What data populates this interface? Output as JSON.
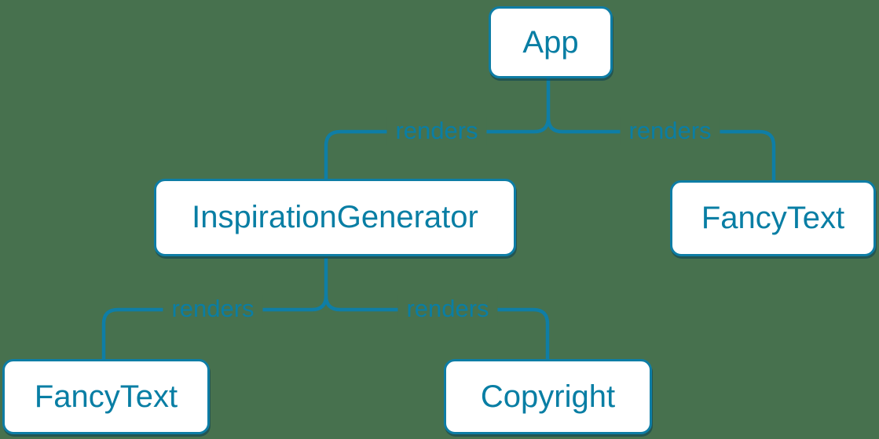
{
  "canvas": {
    "background_color": "#47714e"
  },
  "theme": {
    "accent_color": "#0a7ea4",
    "node_background_color": "#ffffff",
    "node_border_color": "#0e7da5",
    "edge_color": "#0f7ea6",
    "shadow_color": "#083e54"
  },
  "diagram": {
    "type": "component-render-tree",
    "nodes": [
      {
        "id": "app",
        "label": "App"
      },
      {
        "id": "inspiration-generator",
        "label": "InspirationGenerator"
      },
      {
        "id": "fancy-text-right",
        "label": "FancyText"
      },
      {
        "id": "fancy-text-left",
        "label": "FancyText"
      },
      {
        "id": "copyright",
        "label": "Copyright"
      }
    ],
    "edges": [
      {
        "from": "App",
        "to": "InspirationGenerator",
        "label": "renders"
      },
      {
        "from": "App",
        "to": "FancyText",
        "label": "renders"
      },
      {
        "from": "InspirationGenerator",
        "to": "FancyText",
        "label": "renders"
      },
      {
        "from": "InspirationGenerator",
        "to": "Copyright",
        "label": "renders"
      }
    ]
  }
}
